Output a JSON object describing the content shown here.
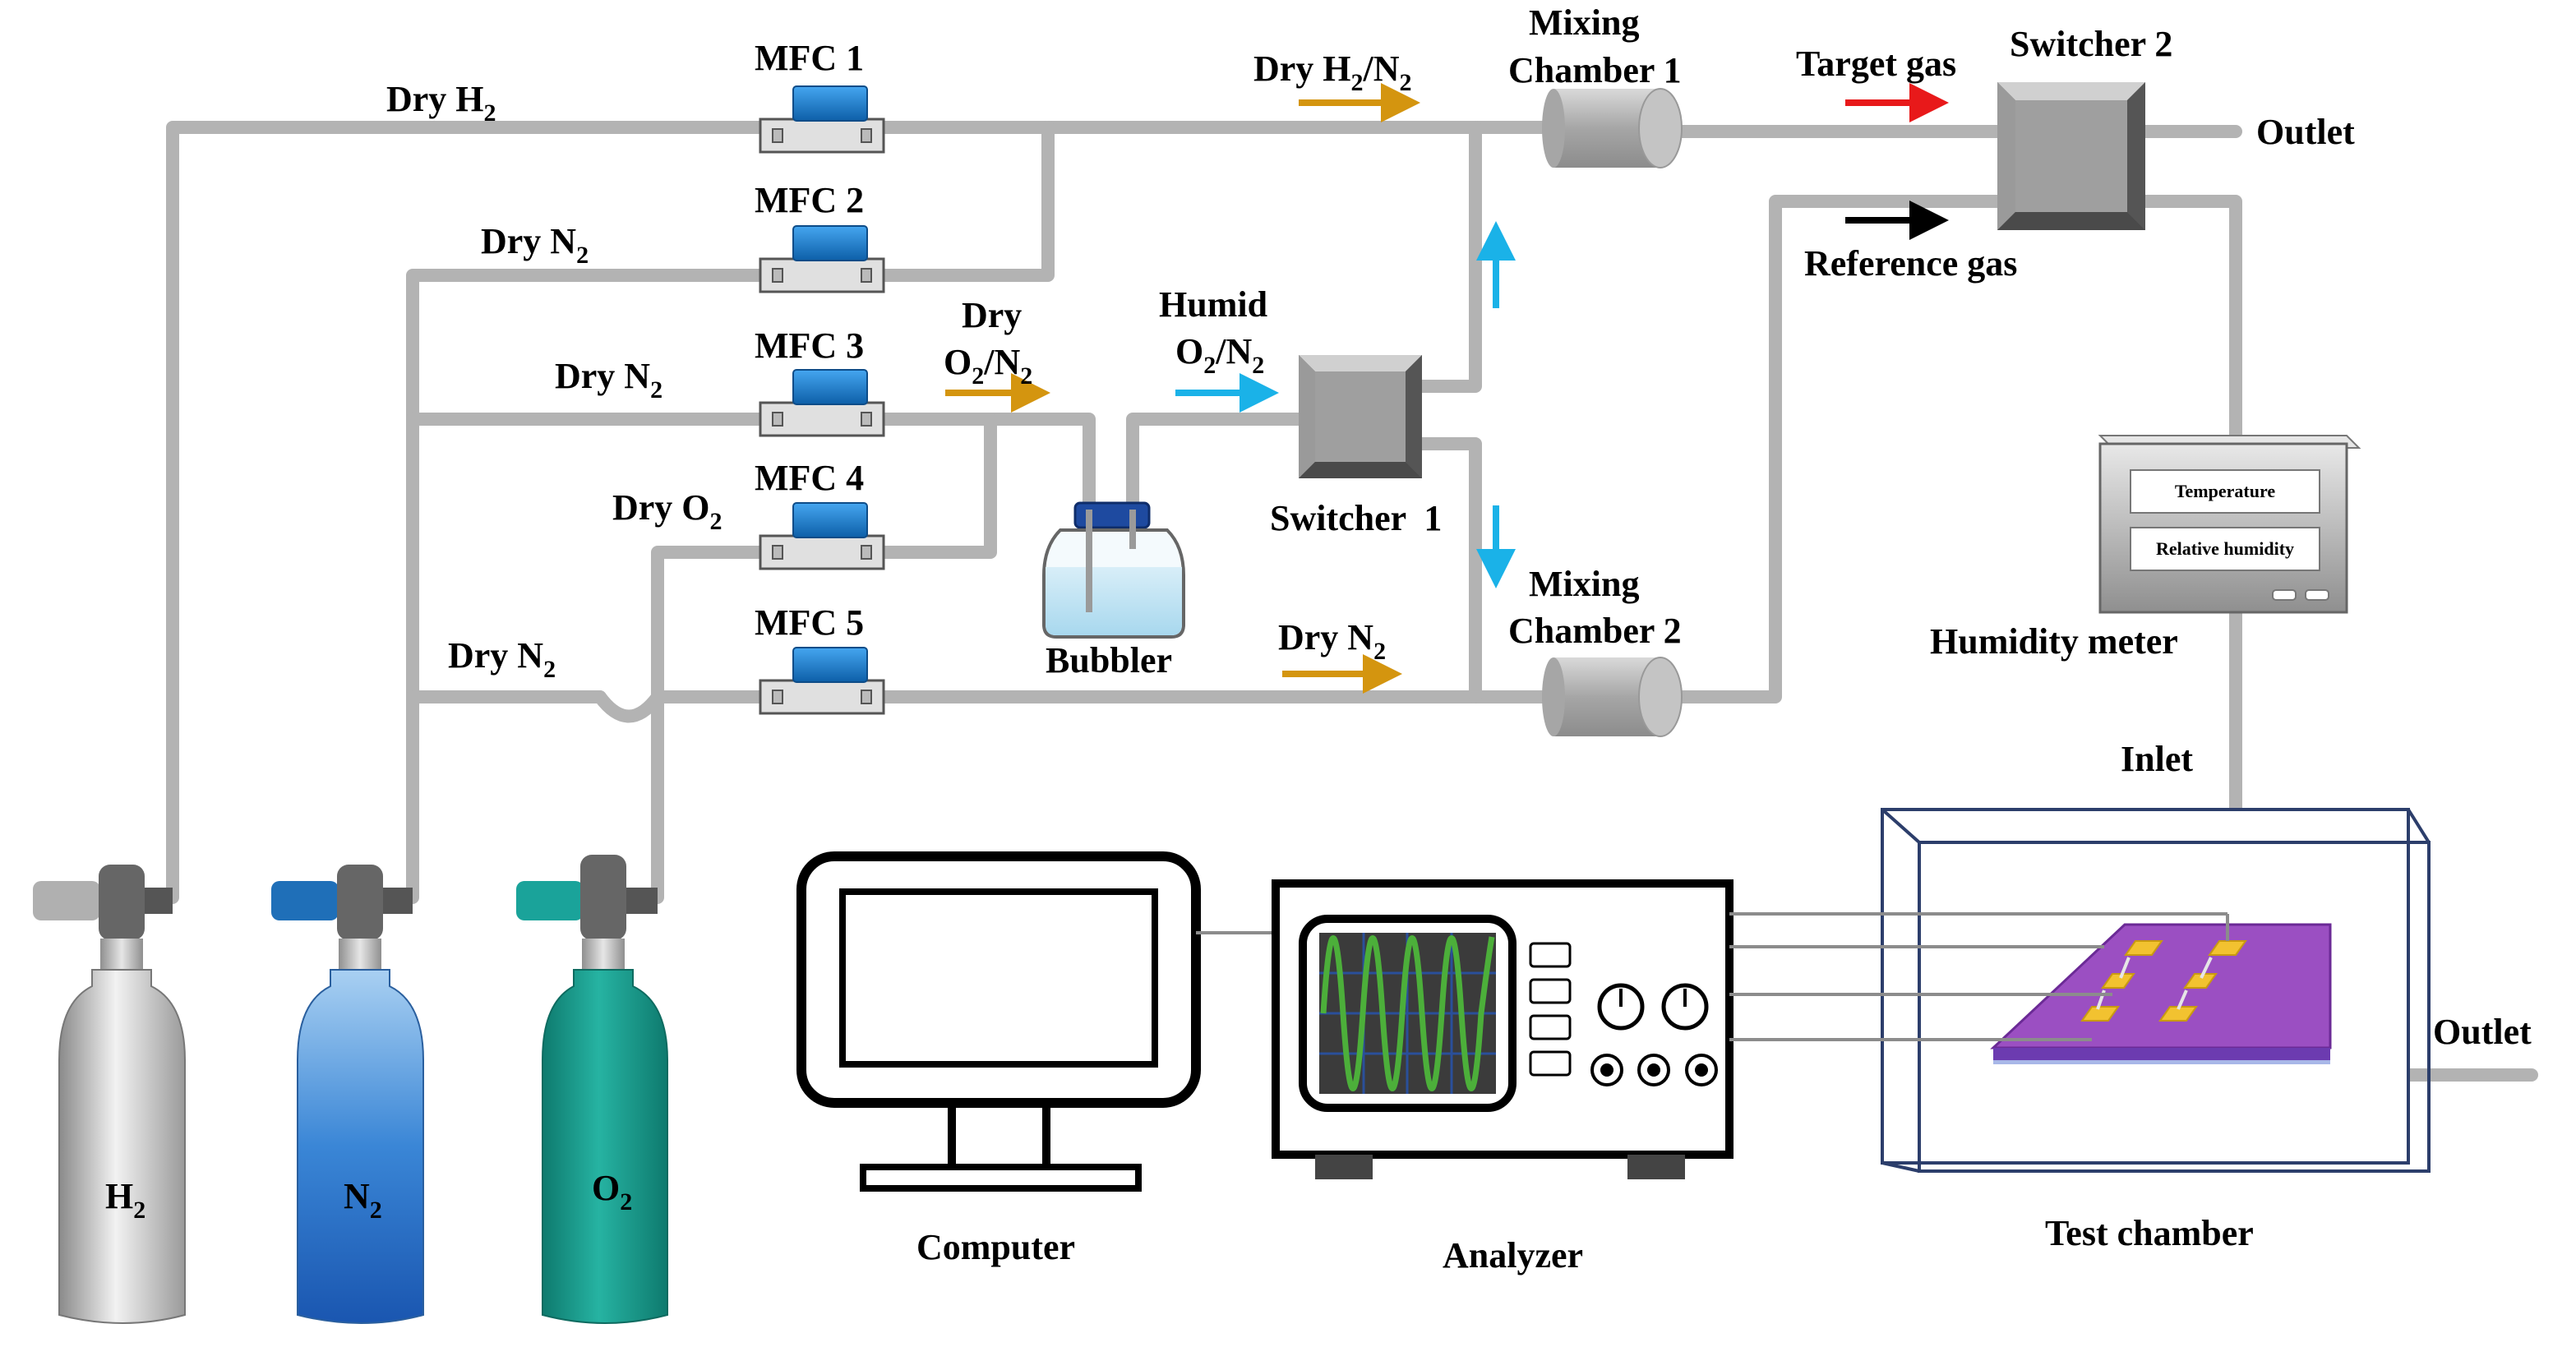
{
  "labels": {
    "dry_h2_top": "Dry H",
    "dry_h2_top_sub": "2",
    "dry_n2_a": "Dry N",
    "dry_n2_a_sub": "2",
    "dry_n2_b": "Dry N",
    "dry_n2_b_sub": "2",
    "dry_o2": "Dry O",
    "dry_o2_sub": "2",
    "dry_n2_c": "Dry N",
    "dry_n2_c_sub": "2",
    "mfc1": "MFC 1",
    "mfc2": "MFC 2",
    "mfc3": "MFC 3",
    "mfc4": "MFC 4",
    "mfc5": "MFC 5",
    "dry_o2n2_line1": "Dry",
    "dry_o2n2_line2_a": "O",
    "dry_o2n2_line2_sub1": "2",
    "dry_o2n2_line2_b": "/N",
    "dry_o2n2_line2_sub2": "2",
    "humid_line1": "Humid",
    "humid_line2_a": "O",
    "humid_line2_sub1": "2",
    "humid_line2_b": "/N",
    "humid_line2_sub2": "2",
    "dry_h2n2_a": "Dry H",
    "dry_h2n2_sub1": "2",
    "dry_h2n2_b": "/N",
    "dry_h2n2_sub2": "2",
    "mixing1_line1": "Mixing",
    "mixing1_line2": "Chamber 1",
    "mixing2_line1": "Mixing",
    "mixing2_line2": "Chamber 2",
    "target_gas": "Target gas",
    "reference_gas": "Reference gas",
    "switcher2": "Switcher 2",
    "switcher1": "Switcher  1",
    "outlet_top": "Outlet",
    "outlet_right": "Outlet",
    "bubbler": "Bubbler",
    "dry_n2_bottom": "Dry N",
    "dry_n2_bottom_sub": "2",
    "humidity_meter": "Humidity meter",
    "meter_temperature": "Temperature",
    "meter_rh": "Relative humidity",
    "inlet": "Inlet",
    "computer": "Computer",
    "analyzer": "Analyzer",
    "test_chamber": "Test chamber",
    "cyl_h2": "H",
    "cyl_h2_sub": "2",
    "cyl_n2": "N",
    "cyl_n2_sub": "2",
    "cyl_o2": "O",
    "cyl_o2_sub": "2"
  },
  "colors": {
    "pipe": "#b3b3b3",
    "mfc_blue": "#1e7fc8",
    "arrow_orange": "#d4950f",
    "arrow_cyan": "#1ab2e8",
    "arrow_red": "#e8191a",
    "arrow_black": "#000000",
    "cyl_h2": "#c8c8c8",
    "cyl_n2": "#2e76cc",
    "cyl_o2": "#1a9a8c",
    "valve_n2": "#1f6fb8",
    "valve_o2": "#1aa39a",
    "waveform": "#4caf3a",
    "sensor_purple": "#9b4fc2",
    "electrode_gold": "#f2c230"
  }
}
